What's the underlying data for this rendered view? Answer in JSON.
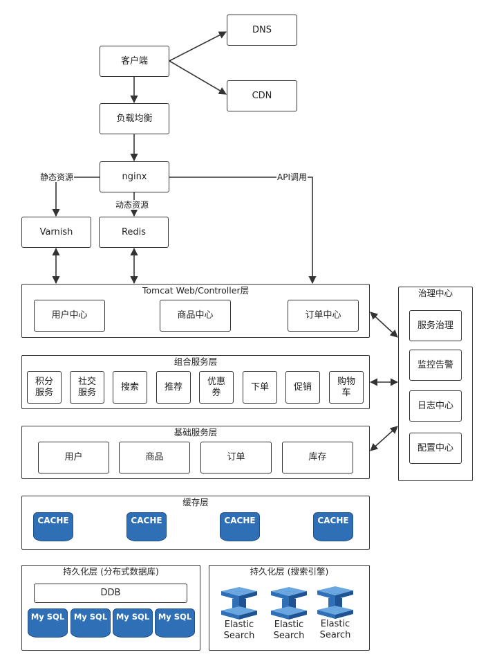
{
  "nodes": {
    "client": "客户端",
    "dns": "DNS",
    "cdn": "CDN",
    "load_balancer": "负载均衡",
    "nginx": "nginx",
    "varnish": "Varnish",
    "redis": "Redis"
  },
  "edge_labels": {
    "static": "静态资源",
    "dynamic": "动态资源",
    "api": "API调用"
  },
  "web_layer": {
    "title": "Tomcat Web/Controller层",
    "items": [
      "用户中心",
      "商品中心",
      "订单中心"
    ]
  },
  "composite_layer": {
    "title": "组合服务层",
    "items": [
      "积分\n服务",
      "社交\n服务",
      "搜索",
      "推荐",
      "优惠\n券",
      "下单",
      "促销",
      "购物\n车"
    ]
  },
  "base_layer": {
    "title": "基础服务层",
    "items": [
      "用户",
      "商品",
      "订单",
      "库存"
    ]
  },
  "cache_layer": {
    "title": "缓存层",
    "items": [
      "CACHE",
      "CACHE",
      "CACHE",
      "CACHE"
    ]
  },
  "persist_db": {
    "title": "持久化层 (分布式数据库)",
    "ddb": "DDB",
    "items": [
      "My SQL",
      "My SQL",
      "My SQL",
      "My SQL"
    ]
  },
  "persist_search": {
    "title": "持久化层 (搜索引擎)",
    "items": [
      "Elastic\nSearch",
      "Elastic\nSearch",
      "Elastic\nSearch"
    ]
  },
  "governance": {
    "title": "治理中心",
    "items": [
      "服务治理",
      "监控告警",
      "日志中心",
      "配置中心"
    ]
  },
  "colors": {
    "cylinder_blue": "#2f6fb5",
    "line": "#333333"
  }
}
